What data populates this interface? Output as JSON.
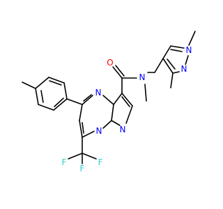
{
  "colors": {
    "bond": "#000000",
    "N": "#0000FF",
    "O": "#FF0000",
    "F": "#33CCCC"
  },
  "atoms": {
    "n_pyrazole_ring_a": "N",
    "n_pyrazole_ring_b": "N",
    "n_amide": "N",
    "o_carbonyl": "O",
    "n_pyrimidine": "N",
    "n_bridgehead": "N",
    "n_pyrazolo": "N",
    "f_1": "F",
    "f_2": "F",
    "f_3": "F"
  }
}
